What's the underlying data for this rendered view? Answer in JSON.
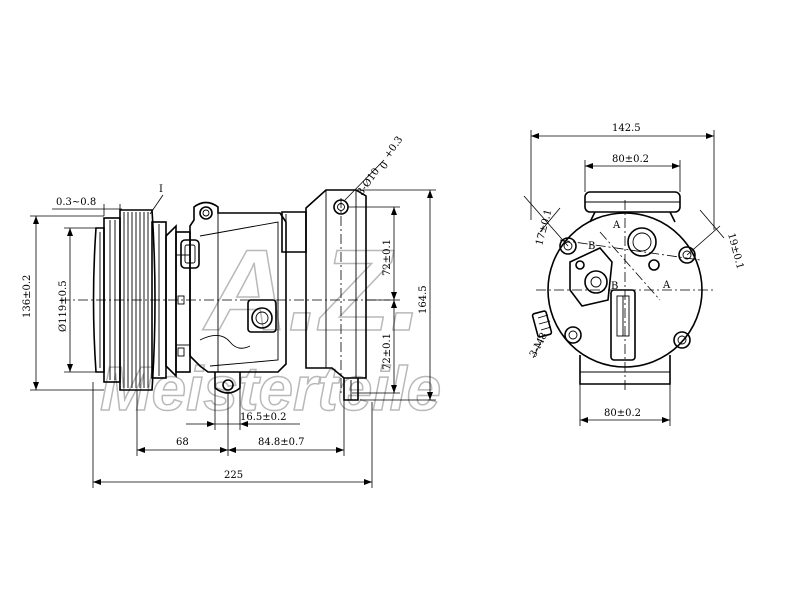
{
  "watermark": {
    "line1": "A.Z.",
    "line2": "Meisterteile"
  },
  "side_view": {
    "dims": {
      "clutch_gap": "0.3~0.8",
      "detail_mark": "I",
      "height_136": "136±0.2",
      "pulley_dia": "Ø119±0.5",
      "upper_72": "72±0.1",
      "lower_72": "72±0.1",
      "overall_height": "164.5",
      "mount_holes": "3-Ø10",
      "mount_tol_plus": "+0.3",
      "mount_tol_zero": "0",
      "dim_16_5": "16.5±0.2",
      "dim_68": "68",
      "dim_84_8": "84.8±0.7",
      "dim_225": "225"
    }
  },
  "end_view": {
    "dims": {
      "width_142_5": "142.5",
      "top_80": "80±0.2",
      "bottom_80": "80±0.2",
      "dim_17": "17±0.1",
      "dim_19": "19±0.1",
      "thread": "3-M8"
    },
    "labels": {
      "a_top": "A",
      "a_bottom": "A",
      "b_left": "B",
      "b_center": "B"
    }
  }
}
